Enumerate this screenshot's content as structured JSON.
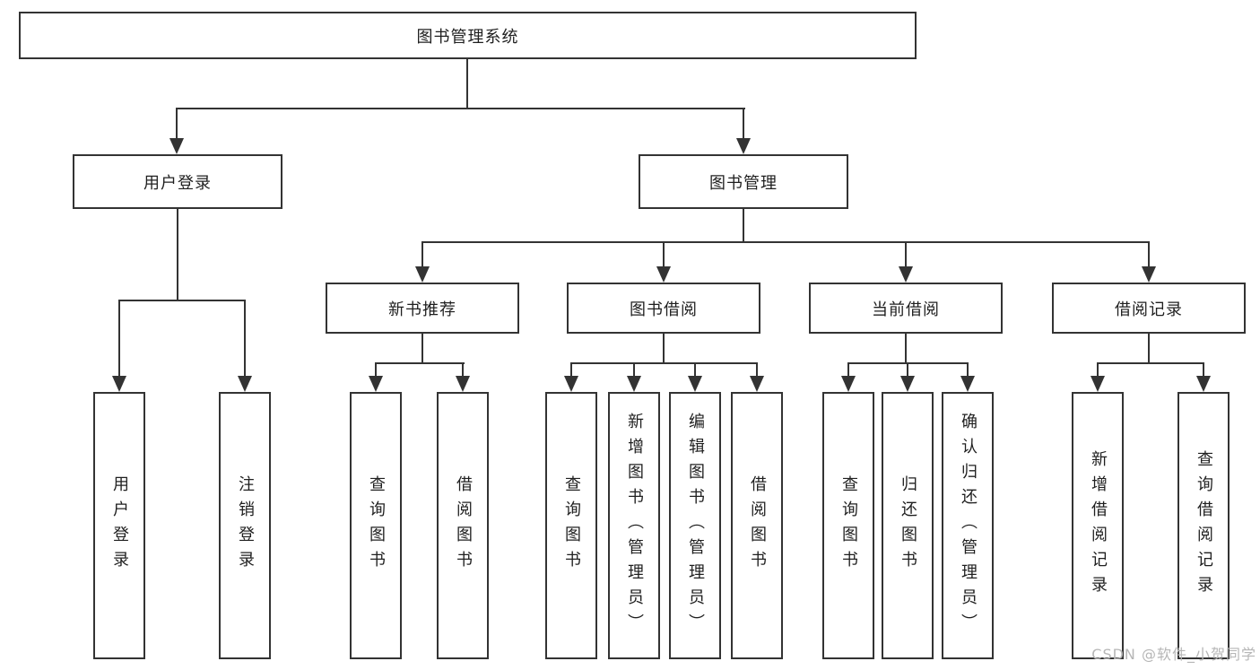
{
  "tree": {
    "root": "图书管理系统",
    "branches": [
      {
        "label": "用户登录",
        "children": [
          "用户登录",
          "注销登录"
        ]
      },
      {
        "label": "图书管理",
        "children": [
          {
            "label": "新书推荐",
            "children": [
              "查询图书",
              "借阅图书"
            ]
          },
          {
            "label": "图书借阅",
            "children": [
              "查询图书",
              "新增图书（管理员）",
              "编辑图书（管理员）",
              "借阅图书"
            ]
          },
          {
            "label": "当前借阅",
            "children": [
              "查询图书",
              "归还图书",
              "确认归还（管理员）"
            ]
          },
          {
            "label": "借阅记录",
            "children": [
              "新增借阅记录",
              "查询借阅记录"
            ]
          }
        ]
      }
    ]
  },
  "watermark": "CSDN @软件_小贺同学",
  "colors": {
    "line": "#333333",
    "box_border": "#333333",
    "text": "#1f1f1f",
    "watermark": "#b6b6b6",
    "background": "#ffffff"
  }
}
